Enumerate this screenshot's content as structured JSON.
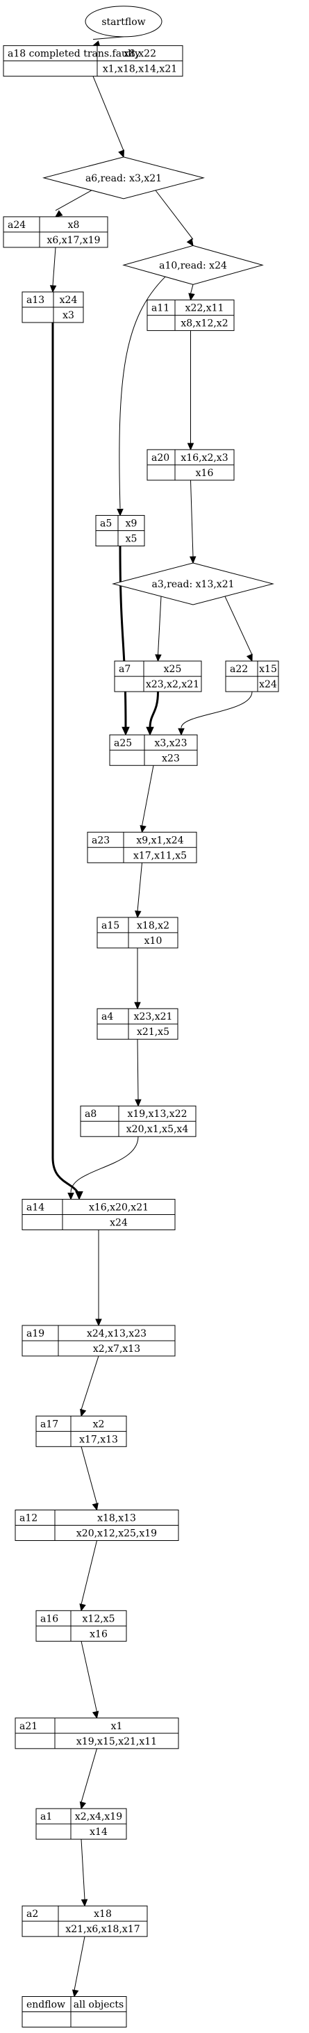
{
  "start": "startflow",
  "nodes": [
    {
      "id": "a18",
      "label": "a18 completed trans.faulty",
      "top": "x8,x22",
      "bottom": "x1,x18,x14,x21"
    },
    {
      "id": "a24",
      "label": "a24",
      "top": "x8",
      "bottom": "x6,x17,x19"
    },
    {
      "id": "a13",
      "label": "a13",
      "top": "x24",
      "bottom": "x3"
    },
    {
      "id": "a11",
      "label": "a11",
      "top": "x22,x11",
      "bottom": "x8,x12,x2"
    },
    {
      "id": "a20",
      "label": "a20",
      "top": "x16,x2,x3",
      "bottom": "x16"
    },
    {
      "id": "a5",
      "label": "a5",
      "top": "x9",
      "bottom": "x5"
    },
    {
      "id": "a7",
      "label": "a7",
      "top": "x25",
      "bottom": "x23,x2,x21"
    },
    {
      "id": "a22",
      "label": "a22",
      "top": "x15",
      "bottom": "x24"
    },
    {
      "id": "a25",
      "label": "a25",
      "top": "x3,x23",
      "bottom": "x23"
    },
    {
      "id": "a23",
      "label": "a23",
      "top": "x9,x1,x24",
      "bottom": "x17,x11,x5"
    },
    {
      "id": "a15",
      "label": "a15",
      "top": "x18,x2",
      "bottom": "x10"
    },
    {
      "id": "a4",
      "label": "a4",
      "top": "x23,x21",
      "bottom": "x21,x5"
    },
    {
      "id": "a8",
      "label": "a8",
      "top": "x19,x13,x22",
      "bottom": "x20,x1,x5,x4"
    },
    {
      "id": "a14",
      "label": "a14",
      "top": "x16,x20,x21",
      "bottom": "x24"
    },
    {
      "id": "a19",
      "label": "a19",
      "top": "x24,x13,x23",
      "bottom": "x2,x7,x13"
    },
    {
      "id": "a17",
      "label": "a17",
      "top": "x2",
      "bottom": "x17,x13"
    },
    {
      "id": "a12",
      "label": "a12",
      "top": "x18,x13",
      "bottom": "x20,x12,x25,x19"
    },
    {
      "id": "a16",
      "label": "a16",
      "top": "x12,x5",
      "bottom": "x16"
    },
    {
      "id": "a21",
      "label": "a21",
      "top": "x1",
      "bottom": "x19,x15,x21,x11"
    },
    {
      "id": "a1",
      "label": "a1",
      "top": "x2,x4,x19",
      "bottom": "x14"
    },
    {
      "id": "a2",
      "label": "a2",
      "top": "x18",
      "bottom": "x21,x6,x18,x17"
    },
    {
      "id": "endflow",
      "label": "endflow",
      "top": "all objects",
      "bottom": ""
    }
  ],
  "decisions": [
    {
      "id": "a6",
      "label": "a6,read: x3,x21"
    },
    {
      "id": "a10",
      "label": "a10,read: x24"
    },
    {
      "id": "a3",
      "label": "a3,read: x13,x21"
    }
  ],
  "edges": [
    {
      "from": "startflow",
      "to": "a18",
      "bold": false
    },
    {
      "from": "a18",
      "to": "a6",
      "bold": false
    },
    {
      "from": "a6",
      "to": "a24",
      "bold": false
    },
    {
      "from": "a6",
      "to": "a10",
      "bold": false
    },
    {
      "from": "a24",
      "to": "a13",
      "bold": false
    },
    {
      "from": "a10",
      "to": "a11",
      "bold": false
    },
    {
      "from": "a10",
      "to": "a5",
      "bold": false
    },
    {
      "from": "a11",
      "to": "a20",
      "bold": false
    },
    {
      "from": "a20",
      "to": "a3",
      "bold": false
    },
    {
      "from": "a3",
      "to": "a7",
      "bold": false
    },
    {
      "from": "a3",
      "to": "a22",
      "bold": false
    },
    {
      "from": "a5",
      "to": "a25",
      "bold": true
    },
    {
      "from": "a7",
      "to": "a25",
      "bold": true
    },
    {
      "from": "a22",
      "to": "a25",
      "bold": false
    },
    {
      "from": "a13",
      "to": "a14",
      "bold": true
    },
    {
      "from": "a25",
      "to": "a23",
      "bold": false
    },
    {
      "from": "a23",
      "to": "a15",
      "bold": false
    },
    {
      "from": "a15",
      "to": "a4",
      "bold": false
    },
    {
      "from": "a4",
      "to": "a8",
      "bold": false
    },
    {
      "from": "a8",
      "to": "a14",
      "bold": false
    },
    {
      "from": "a14",
      "to": "a19",
      "bold": false
    },
    {
      "from": "a19",
      "to": "a17",
      "bold": false
    },
    {
      "from": "a17",
      "to": "a12",
      "bold": false
    },
    {
      "from": "a12",
      "to": "a16",
      "bold": false
    },
    {
      "from": "a16",
      "to": "a21",
      "bold": false
    },
    {
      "from": "a21",
      "to": "a1",
      "bold": false
    },
    {
      "from": "a1",
      "to": "a2",
      "bold": false
    },
    {
      "from": "a2",
      "to": "endflow",
      "bold": false
    }
  ]
}
